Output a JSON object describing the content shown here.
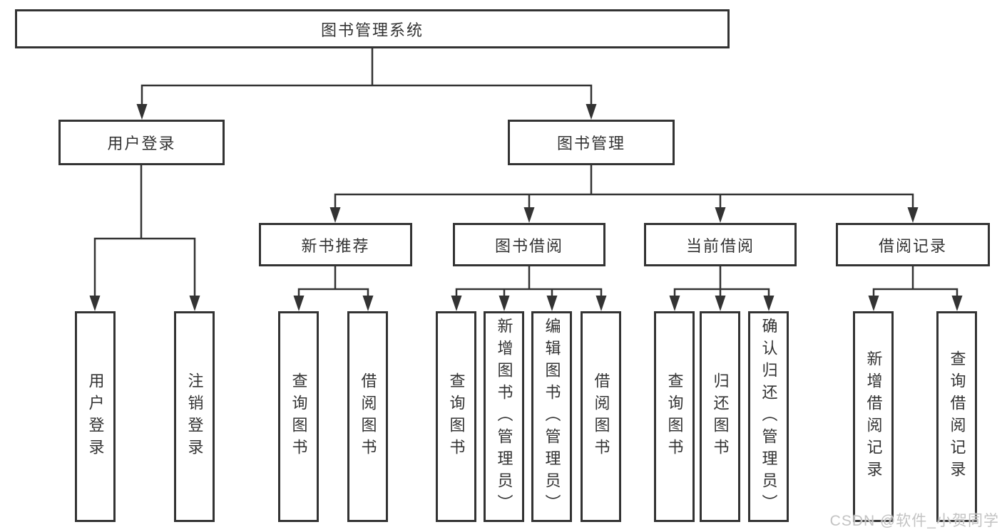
{
  "diagram": {
    "root": {
      "label": "图书管理系统"
    },
    "branches": [
      {
        "label": "用户登录",
        "children": [
          {
            "label": "用户登录"
          },
          {
            "label": "注销登录"
          }
        ]
      },
      {
        "label": "图书管理",
        "children": [
          {
            "label": "新书推荐",
            "children": [
              {
                "label": "查询图书"
              },
              {
                "label": "借阅图书"
              }
            ]
          },
          {
            "label": "图书借阅",
            "children": [
              {
                "label": "查询图书"
              },
              {
                "label": "新增图书（管理员）"
              },
              {
                "label": "编辑图书（管理员）"
              },
              {
                "label": "借阅图书"
              }
            ]
          },
          {
            "label": "当前借阅",
            "children": [
              {
                "label": "查询图书"
              },
              {
                "label": "归还图书"
              },
              {
                "label": "确认归还（管理员）"
              }
            ]
          },
          {
            "label": "借阅记录",
            "children": [
              {
                "label": "新增借阅记录"
              },
              {
                "label": "查询借阅记录"
              }
            ]
          }
        ]
      }
    ]
  },
  "watermark": {
    "text": "CSDN @软件_小贺同学"
  },
  "colors": {
    "line": "#333333",
    "box_border": "#333333",
    "text": "#333333",
    "watermark": "#c3c3c3",
    "background": "#ffffff"
  }
}
